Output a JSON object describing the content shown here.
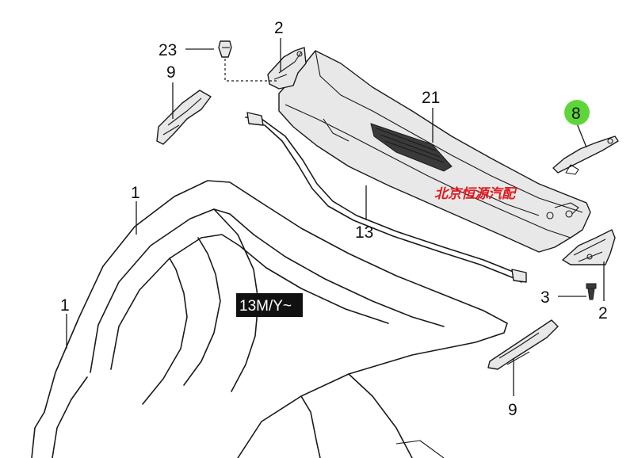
{
  "callouts": {
    "c23": "23",
    "c2_top": "2",
    "c9_top": "9",
    "c21": "21",
    "c8": "8",
    "c1_upper": "1",
    "c1_lower": "1",
    "c13": "13",
    "c3": "3",
    "c2_right": "2",
    "c9_bottom": "9"
  },
  "model_tag": "13M/Y~",
  "watermark": "北京恒源汽配",
  "colors": {
    "highlight": "#5ed63a",
    "watermark": "#e0191f",
    "tag_bg": "#111111"
  }
}
